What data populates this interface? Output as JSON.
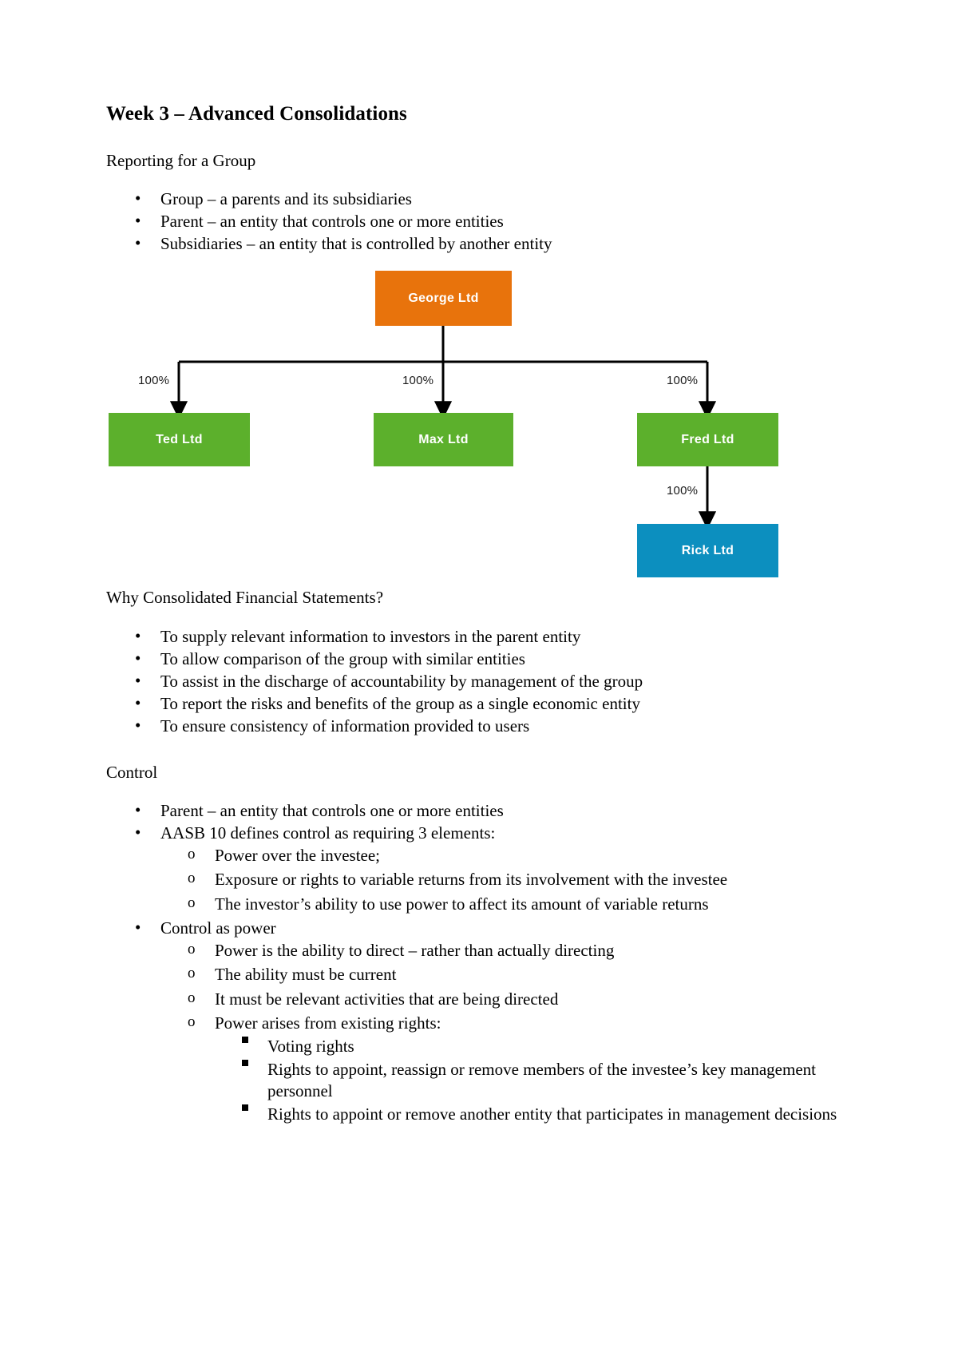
{
  "document": {
    "title": "Week 3 – Advanced Consolidations",
    "section1_heading": "Reporting for a Group",
    "section1_bullets": [
      "Group – a parents and its subsidiaries",
      "Parent – an entity that controls one or more entities",
      "Subsidiaries – an entity that is controlled by another entity"
    ],
    "section2_heading": "Why Consolidated Financial Statements?",
    "section2_bullets": [
      "To supply relevant information to investors in the parent entity",
      "To allow comparison of the group with similar entities",
      "To assist in the discharge of accountability by management of the group",
      "To report the risks and benefits of the group as a single economic entity",
      "To ensure consistency of information provided to users"
    ],
    "section3_heading": "Control",
    "section3": {
      "b1": "Parent – an entity that controls one or more entities",
      "b2": "AASB 10 defines control as requiring 3 elements:",
      "b2_sub": [
        "Power over the investee;",
        "Exposure or rights to variable returns from its involvement with the investee",
        "The investor’s ability to use power to affect its amount of variable returns"
      ],
      "b3": "Control as power",
      "b3_sub": [
        "Power is the ability to direct – rather than actually directing",
        "The ability must be current",
        "It must be relevant activities that are being directed",
        "Power arises from existing rights:"
      ],
      "b3_sub_sub": [
        "Voting rights",
        "Rights to appoint, reassign or remove members of the investee’s key management personnel",
        "Rights to appoint or remove another entity that participates in management decisions"
      ]
    }
  },
  "bullets": {
    "level1_marker": "•",
    "level2_marker": "o"
  },
  "orgchart": {
    "nodes": [
      {
        "id": "george",
        "label": "George Ltd",
        "color": "#E8730C"
      },
      {
        "id": "ted",
        "label": "Ted Ltd",
        "color": "#5CB02C"
      },
      {
        "id": "max",
        "label": "Max Ltd",
        "color": "#5CB02C"
      },
      {
        "id": "fred",
        "label": "Fred Ltd",
        "color": "#5CB02C"
      },
      {
        "id": "rick",
        "label": "Rick Ltd",
        "color": "#0C8FBF"
      }
    ],
    "edges": [
      {
        "from": "george",
        "to": "ted",
        "label": "100%"
      },
      {
        "from": "george",
        "to": "max",
        "label": "100%"
      },
      {
        "from": "george",
        "to": "fred",
        "label": "100%"
      },
      {
        "from": "fred",
        "to": "rick",
        "label": "100%"
      }
    ],
    "edge_labels": {
      "to_ted": "100%",
      "to_max": "100%",
      "to_fred": "100%",
      "to_rick": "100%"
    },
    "colors": {
      "parent": "#E8730C",
      "subsidiary": "#5CB02C",
      "sub_subsidiary": "#0C8FBF",
      "connector": "#000000"
    }
  }
}
